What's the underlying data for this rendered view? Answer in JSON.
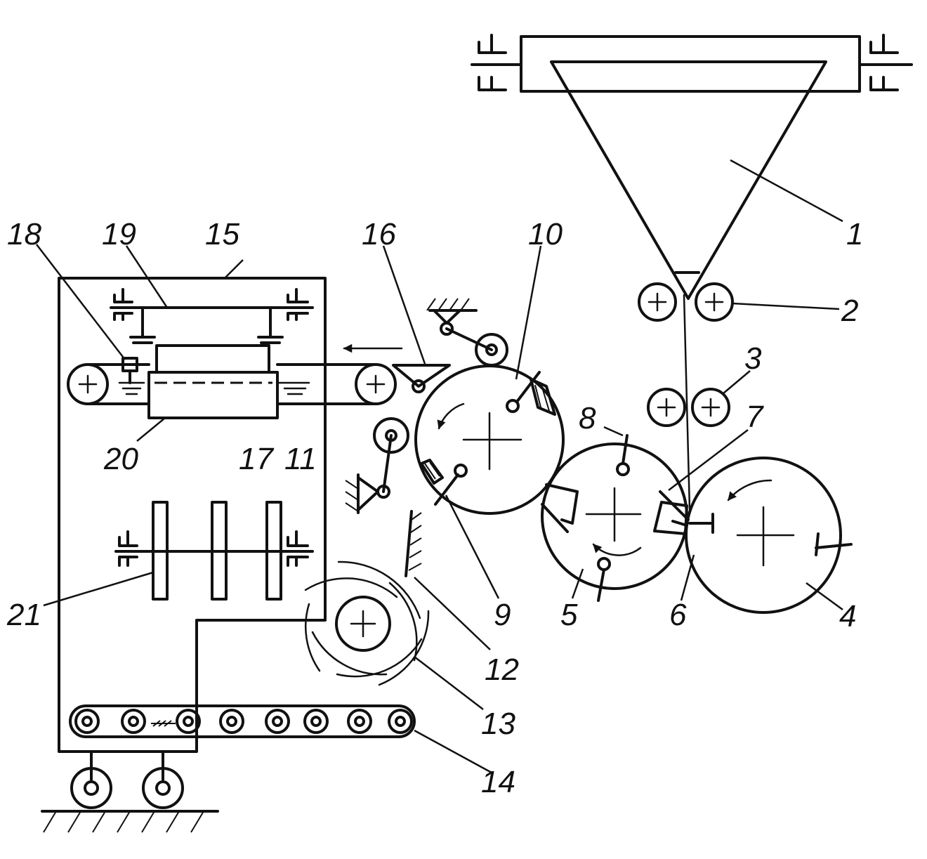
{
  "diagram": {
    "part_labels": [
      "1",
      "2",
      "3",
      "4",
      "5",
      "6",
      "7",
      "8",
      "9",
      "10",
      "11",
      "12",
      "13",
      "14",
      "15",
      "16",
      "17",
      "18",
      "19",
      "20",
      "21"
    ]
  }
}
